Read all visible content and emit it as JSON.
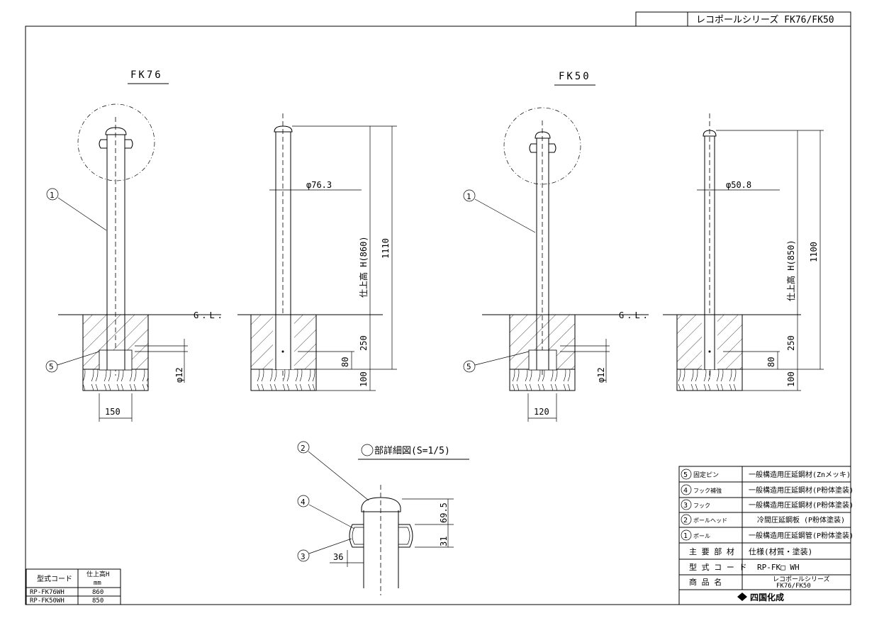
{
  "title_block_top": {
    "series": "レコポールシリーズ FK76/FK50"
  },
  "views": {
    "fk76": {
      "label": "FK76",
      "dims": {
        "diameter": "φ76.3",
        "height_finish": "仕上高 H(860)",
        "total": "1110",
        "embed": "250",
        "base": "100",
        "pin_depth": "80",
        "pin_dia": "φ12",
        "foundation_width": "150"
      }
    },
    "fk50": {
      "label": "FK50",
      "dims": {
        "diameter": "φ50.8",
        "height_finish": "仕上高 H(850)",
        "total": "1100",
        "embed": "250",
        "base": "100",
        "pin_depth": "80",
        "pin_dia": "φ12",
        "foundation_width": "120"
      }
    },
    "gl": "G.L."
  },
  "balloons": {
    "b1": "1",
    "b2": "2",
    "b3": "3",
    "b4": "4",
    "b5": "5"
  },
  "detail": {
    "title": "部詳細図(S=1/5)",
    "d695": "69.5",
    "d31": "31",
    "d36": "36"
  },
  "parts_table": [
    {
      "num": "5",
      "name": "固定ピン",
      "spec": "一般構造用圧延鋼材(Znメッキ)"
    },
    {
      "num": "4",
      "name": "フック補強",
      "spec": "一般構造用圧延鋼材(P粉体塗装)"
    },
    {
      "num": "3",
      "name": "フック",
      "spec": "一般構造用圧延鋼材(P粉体塗装)"
    },
    {
      "num": "2",
      "name": "ポールヘッド",
      "spec": "冷間圧延鋼板 (P粉体塗装)"
    },
    {
      "num": "1",
      "name": "ポール",
      "spec": "一般構造用圧延鋼管(P粉体塗装)"
    }
  ],
  "parts_footer": {
    "main_material_label": "主 要 部 材",
    "spec_label": "仕様(材質・塗装)",
    "model_label": "型 式 コ ー ド",
    "model_value": "RP-FK□ WH",
    "product_label": "商 品 名",
    "product_value_1": "レコポールシリーズ",
    "product_value_2": "FK76/FK50",
    "maker": "四国化成"
  },
  "code_table": {
    "header_code": "型式コード",
    "header_h1": "仕上高H",
    "header_h2": "mm",
    "rows": [
      {
        "code": "RP-FK76WH",
        "h": "860"
      },
      {
        "code": "RP-FK50WH",
        "h": "850"
      }
    ]
  }
}
